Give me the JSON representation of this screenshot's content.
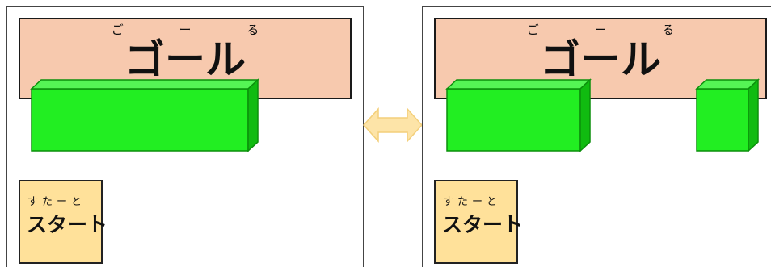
{
  "left_panel": {
    "goal": {
      "ruby": "ご ー る",
      "label": "ゴール"
    },
    "start": {
      "ruby": "すたーと",
      "label": "スタート"
    }
  },
  "right_panel": {
    "goal": {
      "ruby": "ご ー る",
      "label": "ゴール"
    },
    "start": {
      "ruby": "すたーと",
      "label": "スタート"
    }
  },
  "colors": {
    "goal_fill": "#f7c9ae",
    "start_fill": "#ffe19a",
    "block_front": "#22ee22",
    "block_top": "#55f555",
    "block_side": "#10bb10",
    "arrow_fill": "#fde4a8"
  },
  "icons": {
    "swap": "double-arrow-icon"
  }
}
